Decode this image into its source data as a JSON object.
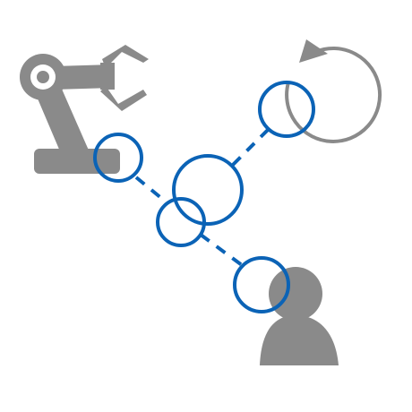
{
  "diagram": {
    "background": "#ffffff",
    "colors": {
      "accent_blue": "#0b63b6",
      "icon_gray": "#8a8a8a"
    },
    "elements": {
      "robot_arm": "robot-arm-icon",
      "cycle": "cycle-arrow-icon",
      "person": "person-icon",
      "connector_nodes": [
        "node-robot",
        "node-center",
        "node-lower",
        "node-cycle",
        "node-person"
      ]
    }
  }
}
